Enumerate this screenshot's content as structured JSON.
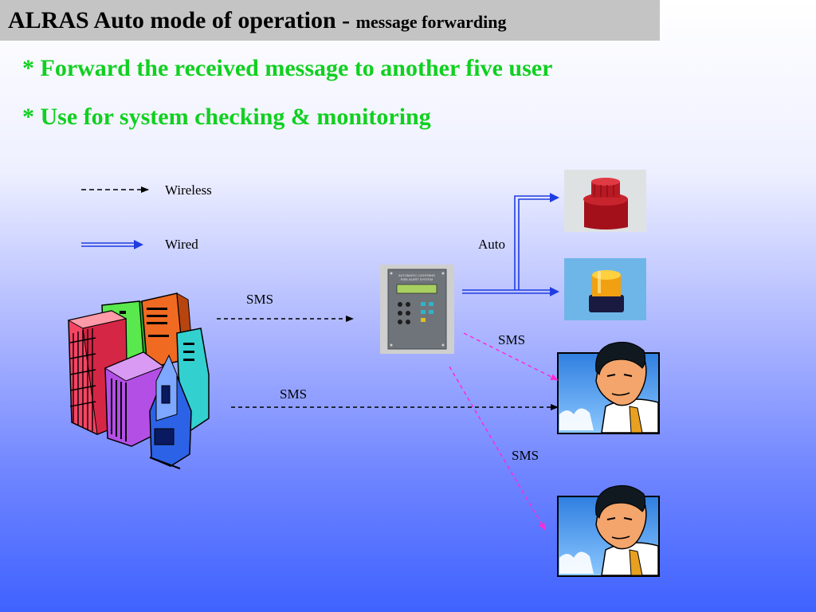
{
  "title": {
    "main": "ALRAS Auto mode of operation - ",
    "sub": "message forwarding"
  },
  "bullets": [
    "* Forward the received message to another five user",
    "* Use for system checking & monitoring"
  ],
  "legend": {
    "wireless": "Wireless",
    "wired": "Wired"
  },
  "labels": {
    "auto": "Auto",
    "sms_building": "SMS",
    "sms_building_user": "SMS",
    "sms_device_user1": "SMS",
    "sms_device_user2": "SMS"
  },
  "device": {
    "panel_line1": "AUTOMATIC LIGHTNING",
    "panel_line2": "RISK ALERT SYSTEM"
  },
  "colors": {
    "title_bar": "#c4c4c4",
    "bullet_text": "#10d020",
    "wired_line": "#1f3de0",
    "sms_magenta": "#ff2bd6"
  }
}
